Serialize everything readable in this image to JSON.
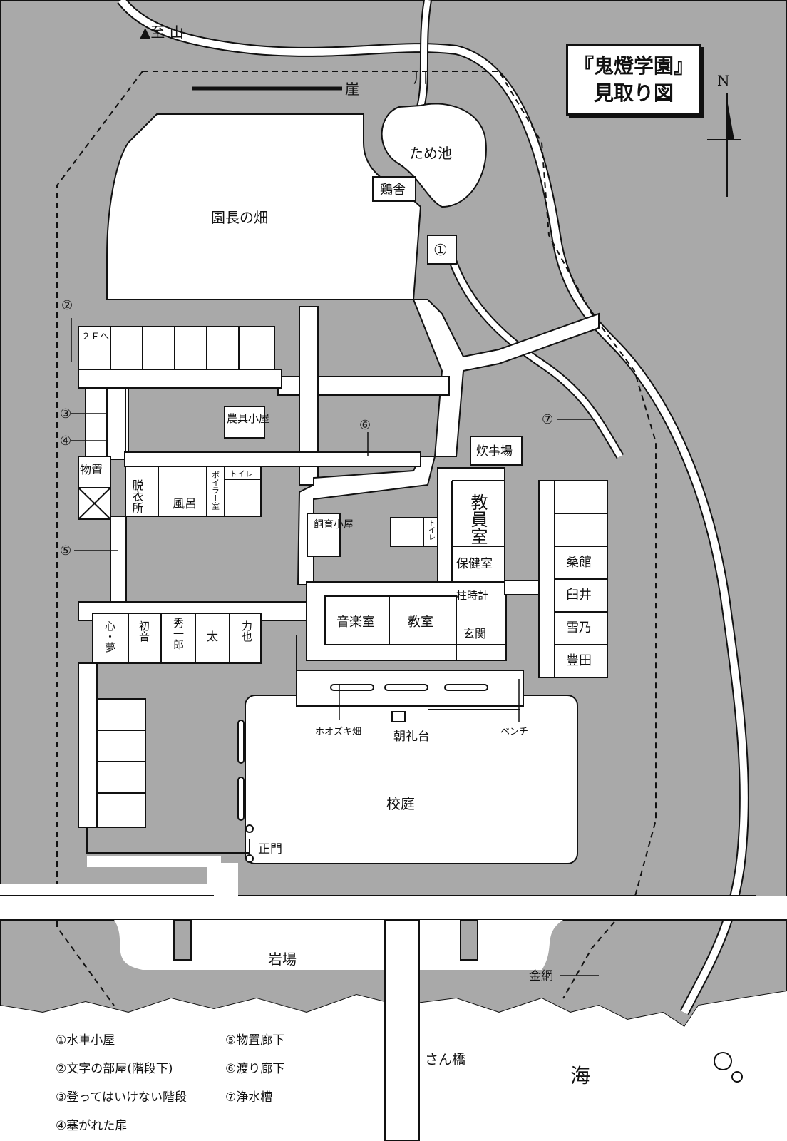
{
  "title": {
    "line1": "『鬼燈学園』",
    "line2": "見取り図"
  },
  "compass": "N",
  "places": {
    "to_mountain": "▲至 山",
    "cliff": "崖",
    "river": "川",
    "pond": "ため池",
    "chicken_coop": "鶏舎",
    "director_field": "園長の畑",
    "waterwheel": "①",
    "to_2f": "２Ｆへ",
    "tool_shed": "農具小屋",
    "kitchen": "炊事場",
    "storage": "物置",
    "dressing_room": "脱衣所",
    "bath": "風呂",
    "boiler": "ボイラー室",
    "toilet1": "トイレ",
    "toilet2": "トイレ",
    "breeding_hut": "飼育小屋",
    "staff_room": "教員室",
    "infirmary": "保健室",
    "pillar_clock": "柱時計",
    "music_room": "音楽室",
    "classroom": "教室",
    "entrance": "玄関",
    "room_kuwadate": "桑館",
    "room_usui": "臼井",
    "room_yukino": "雪乃",
    "room_toyota": "豊田",
    "room_shin_yume": "心・夢",
    "room_hatsune": "初音",
    "room_hideichiro": "秀一郎",
    "room_futoshi": "太",
    "room_rikiya": "力也",
    "hozuki_field": "ホオズキ畑",
    "morning_stand": "朝礼台",
    "bench": "ベンチ",
    "schoolyard": "校庭",
    "main_gate": "正門",
    "rocks": "岩場",
    "fence": "金網",
    "pier": "さん橋",
    "sea": "海"
  },
  "markers": [
    "②",
    "③",
    "④",
    "⑤",
    "⑥",
    "⑦"
  ],
  "legend": [
    "①水車小屋",
    "②文字の部屋(階段下)",
    "③登ってはいけない階段",
    "④塞がれた扉",
    "⑤物置廊下",
    "⑥渡り廊下",
    "⑦浄水槽"
  ],
  "colors": {
    "ground": "#a9a9a9",
    "building": "#ffffff",
    "line": "#111111",
    "sea": "#ffffff"
  }
}
